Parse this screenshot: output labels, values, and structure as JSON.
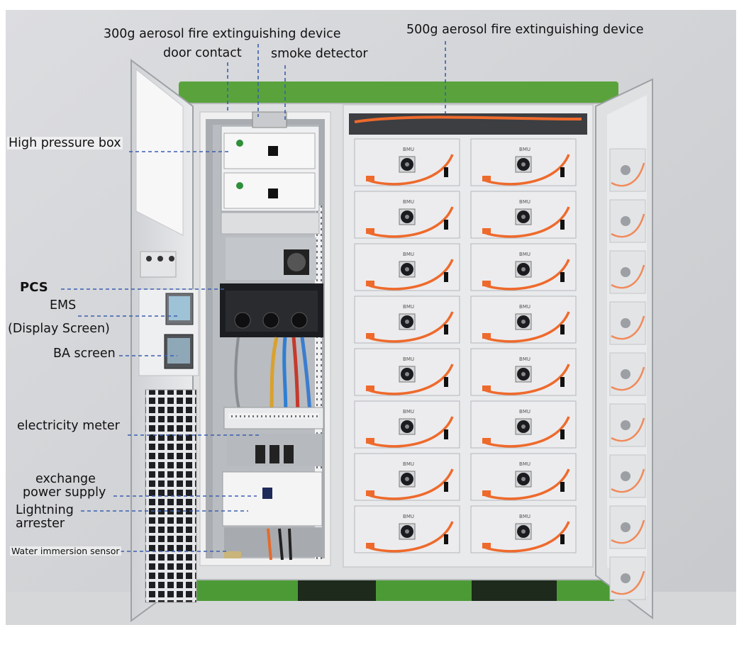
{
  "labels": {
    "aerosol_300g": "300g aerosol fire extinguishing device",
    "door_contact": "door contact",
    "smoke_detector": "smoke detector",
    "aerosol_500g": "500g aerosol fire extinguishing device",
    "high_pressure_box": "High pressure box",
    "pcs": "PCS",
    "ems_line1": "EMS",
    "ems_line2": "(Display Screen)",
    "ba_screen": "BA screen",
    "electricity_meter": "electricity meter",
    "exchange_line1": "exchange",
    "exchange_line2": "power supply",
    "lightning_line1": "Lightning",
    "lightning_line2": "arrester",
    "water_sensor": "Water immersion sensor"
  },
  "module_label": "BMU",
  "colors": {
    "leader_line": "#3a5fb0",
    "cabinet_frame": "#d9dadc",
    "green_roof": "#5aa33c",
    "cable": "#ee6a2c",
    "module_face": "#ececee"
  }
}
